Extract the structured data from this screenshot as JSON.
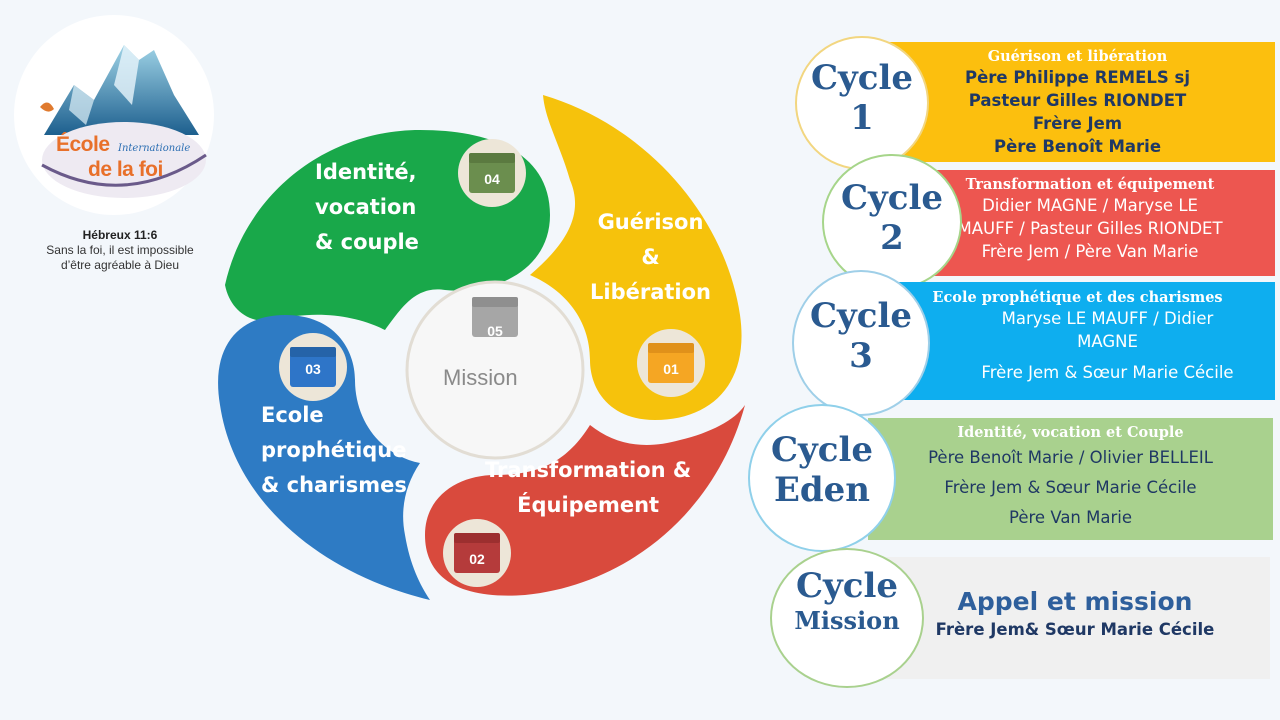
{
  "logo": {
    "word1": "École",
    "word2": "de la foi",
    "script": "Internationale"
  },
  "quote": {
    "ref": "Hébreux 11:6",
    "line1": "Sans la foi, il est impossible",
    "line2": "d’être agréable à Dieu"
  },
  "wheel": {
    "segments": [
      {
        "num": "01",
        "lines": [
          "Guérison",
          "&",
          "Libération"
        ],
        "color": "#f6c20c"
      },
      {
        "num": "02",
        "lines": [
          "Transformation &",
          "Équipement"
        ],
        "color": "#d94a3d"
      },
      {
        "num": "03",
        "lines": [
          "Ecole",
          "prophétique",
          "& charismes"
        ],
        "color": "#2e7bc4"
      },
      {
        "num": "04",
        "lines": [
          "Identité,",
          "vocation",
          "& couple"
        ],
        "color": "#19a84a"
      },
      {
        "num": "05",
        "lines": [
          "Mission"
        ],
        "color": "#bdbdbd"
      }
    ]
  },
  "cycles": [
    {
      "circle": [
        "Cycle",
        "1"
      ],
      "title": "Guérison et libération",
      "lines": [
        "Père Philippe REMELS sj",
        "Pasteur Gilles RIONDET",
        "Frère Jem",
        "Père Benoît Marie"
      ],
      "color": "#fcbf0e",
      "text_color": "#1f3864"
    },
    {
      "circle": [
        "Cycle",
        "2"
      ],
      "title": "Transformation et équipement",
      "lines": [
        "Didier MAGNE  / Maryse LE",
        "MAUFF / Pasteur Gilles RIONDET",
        "Frère Jem / Père Van Marie"
      ],
      "color": "#ed5650",
      "text_color": "#ffffff"
    },
    {
      "circle": [
        "Cycle",
        "3"
      ],
      "title": "Ecole prophétique et des charismes",
      "lines": [
        "Maryse LE MAUFF / Didier",
        "MAGNE",
        "Frère Jem & Sœur Marie Cécile"
      ],
      "color": "#0eaeef",
      "text_color": "#ffffff"
    },
    {
      "circle": [
        "Cycle",
        "Eden"
      ],
      "title": "Identité, vocation et Couple",
      "lines": [
        "Père Benoît Marie / Olivier BELLEIL",
        "Frère Jem & Sœur Marie Cécile",
        "Père Van Marie"
      ],
      "color": "#a9d18e",
      "text_color": "#1f3864"
    },
    {
      "circle": [
        "Cycle",
        "Mission"
      ],
      "title": "Appel et mission",
      "lines": [
        "Frère Jem& Sœur Marie Cécile"
      ],
      "color": "#f0f0f0",
      "text_color": "#1f3864"
    }
  ]
}
